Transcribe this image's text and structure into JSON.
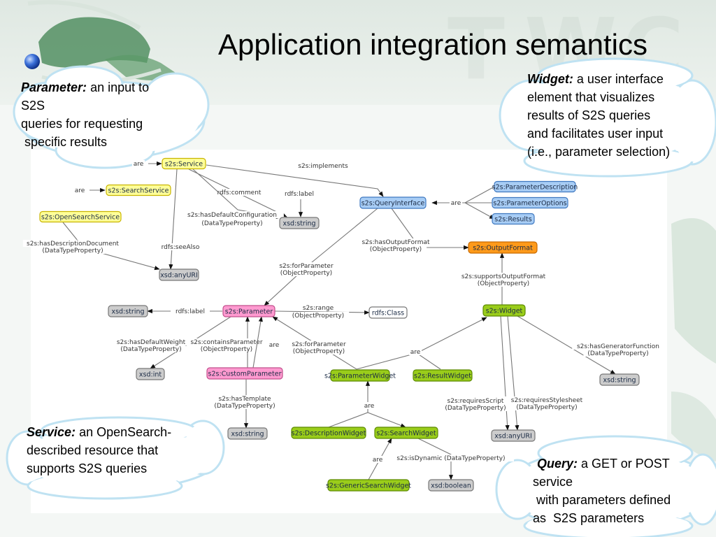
{
  "slide": {
    "title": "Application integration semantics"
  },
  "callouts": {
    "parameter": {
      "term": "Parameter:",
      "lines": [
        " an input to",
        "S2S",
        "queries for requesting",
        " specific results"
      ]
    },
    "widget": {
      "term": "Widget:",
      "lines": [
        " a user interface",
        "element that visualizes",
        "results of S2S queries",
        "and facilitates user input",
        "(i.e., parameter selection)"
      ]
    },
    "service": {
      "term": "Service:",
      "lines": [
        " an OpenSearch-",
        "described resource that",
        "supports S2S queries"
      ]
    },
    "query": {
      "term": "Query:",
      "lines": [
        " a GET or POST",
        "service",
        " with parameters defined",
        "as  S2S parameters"
      ]
    }
  },
  "colors": {
    "yellow": "#ffff99",
    "yellow_border": "#c8b400",
    "blue": "#a8cdf5",
    "blue_border": "#3f78c0",
    "orange": "#ff9a1a",
    "orange_border": "#c86a00",
    "pink": "#ff9ad0",
    "pink_border": "#c0508c",
    "green": "#9acd1a",
    "green_border": "#5c8a00",
    "gray": "#cccccc",
    "gray_border": "#777777",
    "white": "#ffffff"
  },
  "diagram": {
    "nodes": [
      {
        "id": "service",
        "label": "s2s:Service",
        "color": "yellow"
      },
      {
        "id": "searchservice",
        "label": "s2s:SearchService",
        "color": "yellow"
      },
      {
        "id": "opensearchservice",
        "label": "s2s:OpenSearchService",
        "color": "yellow"
      },
      {
        "id": "xsdstring1",
        "label": "xsd:string",
        "color": "gray"
      },
      {
        "id": "anyuri1",
        "label": "xsd:anyURI",
        "color": "gray"
      },
      {
        "id": "queryinterface",
        "label": "s2s:QueryInterface",
        "color": "blue"
      },
      {
        "id": "paramdesc",
        "label": "s2s:ParameterDescription",
        "color": "blue"
      },
      {
        "id": "paramopts",
        "label": "s2s:ParameterOptions",
        "color": "blue"
      },
      {
        "id": "results",
        "label": "s2s:Results",
        "color": "blue"
      },
      {
        "id": "outputformat",
        "label": "s2s:OutputFormat",
        "color": "orange"
      },
      {
        "id": "parameter",
        "label": "s2s:Parameter",
        "color": "pink"
      },
      {
        "id": "xsdstring2",
        "label": "xsd:string",
        "color": "gray"
      },
      {
        "id": "rdfsclass",
        "label": "rdfs:Class",
        "color": "white"
      },
      {
        "id": "xsdint",
        "label": "xsd:int",
        "color": "gray"
      },
      {
        "id": "customparam",
        "label": "s2s:CustomParameter",
        "color": "pink"
      },
      {
        "id": "xsdstring3",
        "label": "xsd:string",
        "color": "gray"
      },
      {
        "id": "widget",
        "label": "s2s:Widget",
        "color": "green"
      },
      {
        "id": "paramwidget",
        "label": "s2s:ParameterWidget",
        "color": "green"
      },
      {
        "id": "resultwidget",
        "label": "s2s:ResultWidget",
        "color": "green"
      },
      {
        "id": "xsdstring4",
        "label": "xsd:string",
        "color": "gray"
      },
      {
        "id": "anyuri2",
        "label": "xsd:anyURI",
        "color": "gray"
      },
      {
        "id": "descwidget",
        "label": "s2s:DescriptionWidget",
        "color": "green"
      },
      {
        "id": "searchwidget",
        "label": "s2s:SearchWidget",
        "color": "green"
      },
      {
        "id": "genericsearchwidget",
        "label": "s2s:GenericSearchWidget",
        "color": "green"
      },
      {
        "id": "xsdboolean",
        "label": "xsd:boolean",
        "color": "gray"
      }
    ],
    "edges": [
      {
        "id": "are-service",
        "label": [
          "are"
        ]
      },
      {
        "id": "are-searchservice",
        "label": [
          "are"
        ]
      },
      {
        "id": "implements",
        "label": [
          "s2s:implements"
        ]
      },
      {
        "id": "rdfscomment",
        "label": [
          "rdfs:comment"
        ]
      },
      {
        "id": "rdfslabel1",
        "label": [
          "rdfs:label"
        ]
      },
      {
        "id": "hasdefaultconfig",
        "label": [
          "s2s:hasDefaultConfiguration",
          "(DataTypeProperty)"
        ]
      },
      {
        "id": "rdfsseealso",
        "label": [
          "rdfs:seeAlso"
        ]
      },
      {
        "id": "hasdescdoc",
        "label": [
          "s2s:hasDescriptionDocument",
          "(DataTypeProperty)"
        ]
      },
      {
        "id": "are-qi",
        "label": [
          "are"
        ]
      },
      {
        "id": "hasoutputformat",
        "label": [
          "s2s:hasOutputFormat",
          "(ObjectProperty)"
        ]
      },
      {
        "id": "forparam1",
        "label": [
          "s2s:forParameter",
          "(ObjectProperty)"
        ]
      },
      {
        "id": "supportsoutput",
        "label": [
          "s2s:supportsOutputFormat",
          "(ObjectProperty)"
        ]
      },
      {
        "id": "rdfslabel2",
        "label": [
          "rdfs:label"
        ]
      },
      {
        "id": "range",
        "label": [
          "s2s:range",
          "(ObjectProperty)"
        ]
      },
      {
        "id": "hasdefaultweight",
        "label": [
          "s2s:hasDefaultWeight",
          "(DataTypeProperty)"
        ]
      },
      {
        "id": "containsparam",
        "label": [
          "s2s:containsParameter",
          "(ObjectProperty)"
        ]
      },
      {
        "id": "are-param",
        "label": [
          "are"
        ]
      },
      {
        "id": "forparam2",
        "label": [
          "s2s:forParameter",
          "(ObjectProperty)"
        ]
      },
      {
        "id": "are-widget",
        "label": [
          "are"
        ]
      },
      {
        "id": "hasgenerator",
        "label": [
          "s2s:hasGeneratorFunction",
          "(DataTypeProperty)"
        ]
      },
      {
        "id": "hastemplate",
        "label": [
          "s2s:hasTemplate",
          "(DataTypeProperty)"
        ]
      },
      {
        "id": "requiresscript",
        "label": [
          "s2s:requiresScript",
          "(DataTypeProperty)"
        ]
      },
      {
        "id": "requiresstyle",
        "label": [
          "s2s:requiresStylesheet",
          "(DataTypeProperty)"
        ]
      },
      {
        "id": "are-paramwidget",
        "label": [
          "are"
        ]
      },
      {
        "id": "are-searchwidget",
        "label": [
          "are"
        ]
      },
      {
        "id": "isdynamic",
        "label": [
          "s2s:isDynamic  (DataTypeProperty)"
        ]
      }
    ]
  }
}
